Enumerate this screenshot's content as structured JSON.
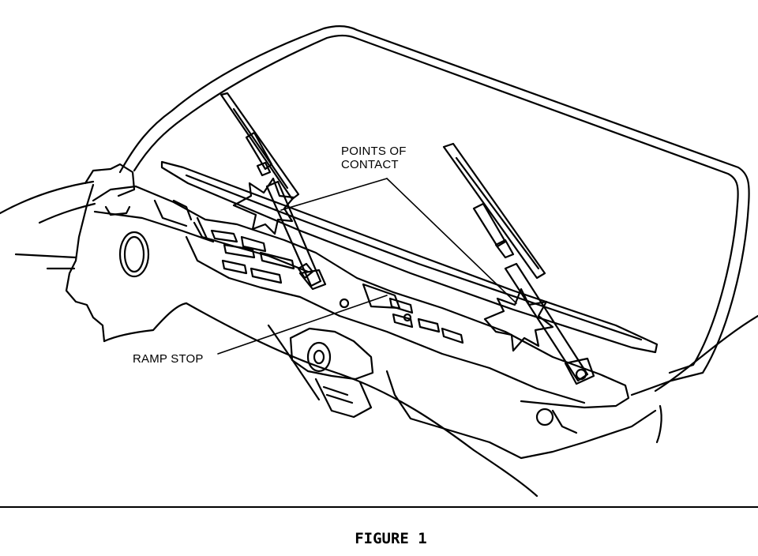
{
  "labels": {
    "points_of_contact": [
      "POINTS OF",
      "CONTACT"
    ],
    "ramp_stop": "RAMP STOP"
  },
  "caption": "FIGURE 1",
  "colors": {
    "ink": "#000000",
    "paper": "#ffffff"
  }
}
